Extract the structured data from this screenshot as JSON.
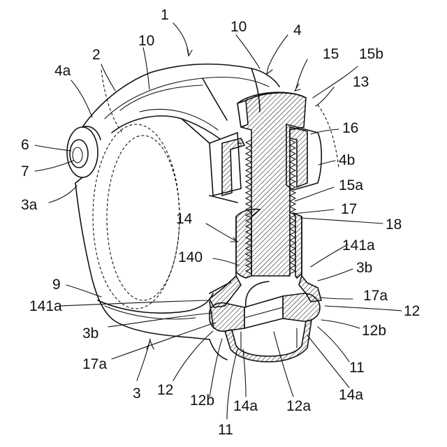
{
  "labels": {
    "l1": "1",
    "l2": "2",
    "l3": "3",
    "l3a": "3a",
    "l3b_r": "3b",
    "l3b_l": "3b",
    "l4": "4",
    "l4a": "4a",
    "l4b": "4b",
    "l6": "6",
    "l7": "7",
    "l9": "9",
    "l10_top": "10",
    "l10_mid": "10",
    "l11_r": "11",
    "l11_b": "11",
    "l12_r": "12",
    "l12_l": "12",
    "l12a": "12a",
    "l12b_r": "12b",
    "l12b_l": "12b",
    "l13": "13",
    "l14": "14",
    "l14a_l": "14a",
    "l14a_r": "14a",
    "l140": "140",
    "l141a_r": "141a",
    "l141a_l": "141a",
    "l15": "15",
    "l15a": "15a",
    "l15b": "15b",
    "l16": "16",
    "l17": "17",
    "l17a_r": "17a",
    "l17a_l": "17a",
    "l18": "18"
  }
}
